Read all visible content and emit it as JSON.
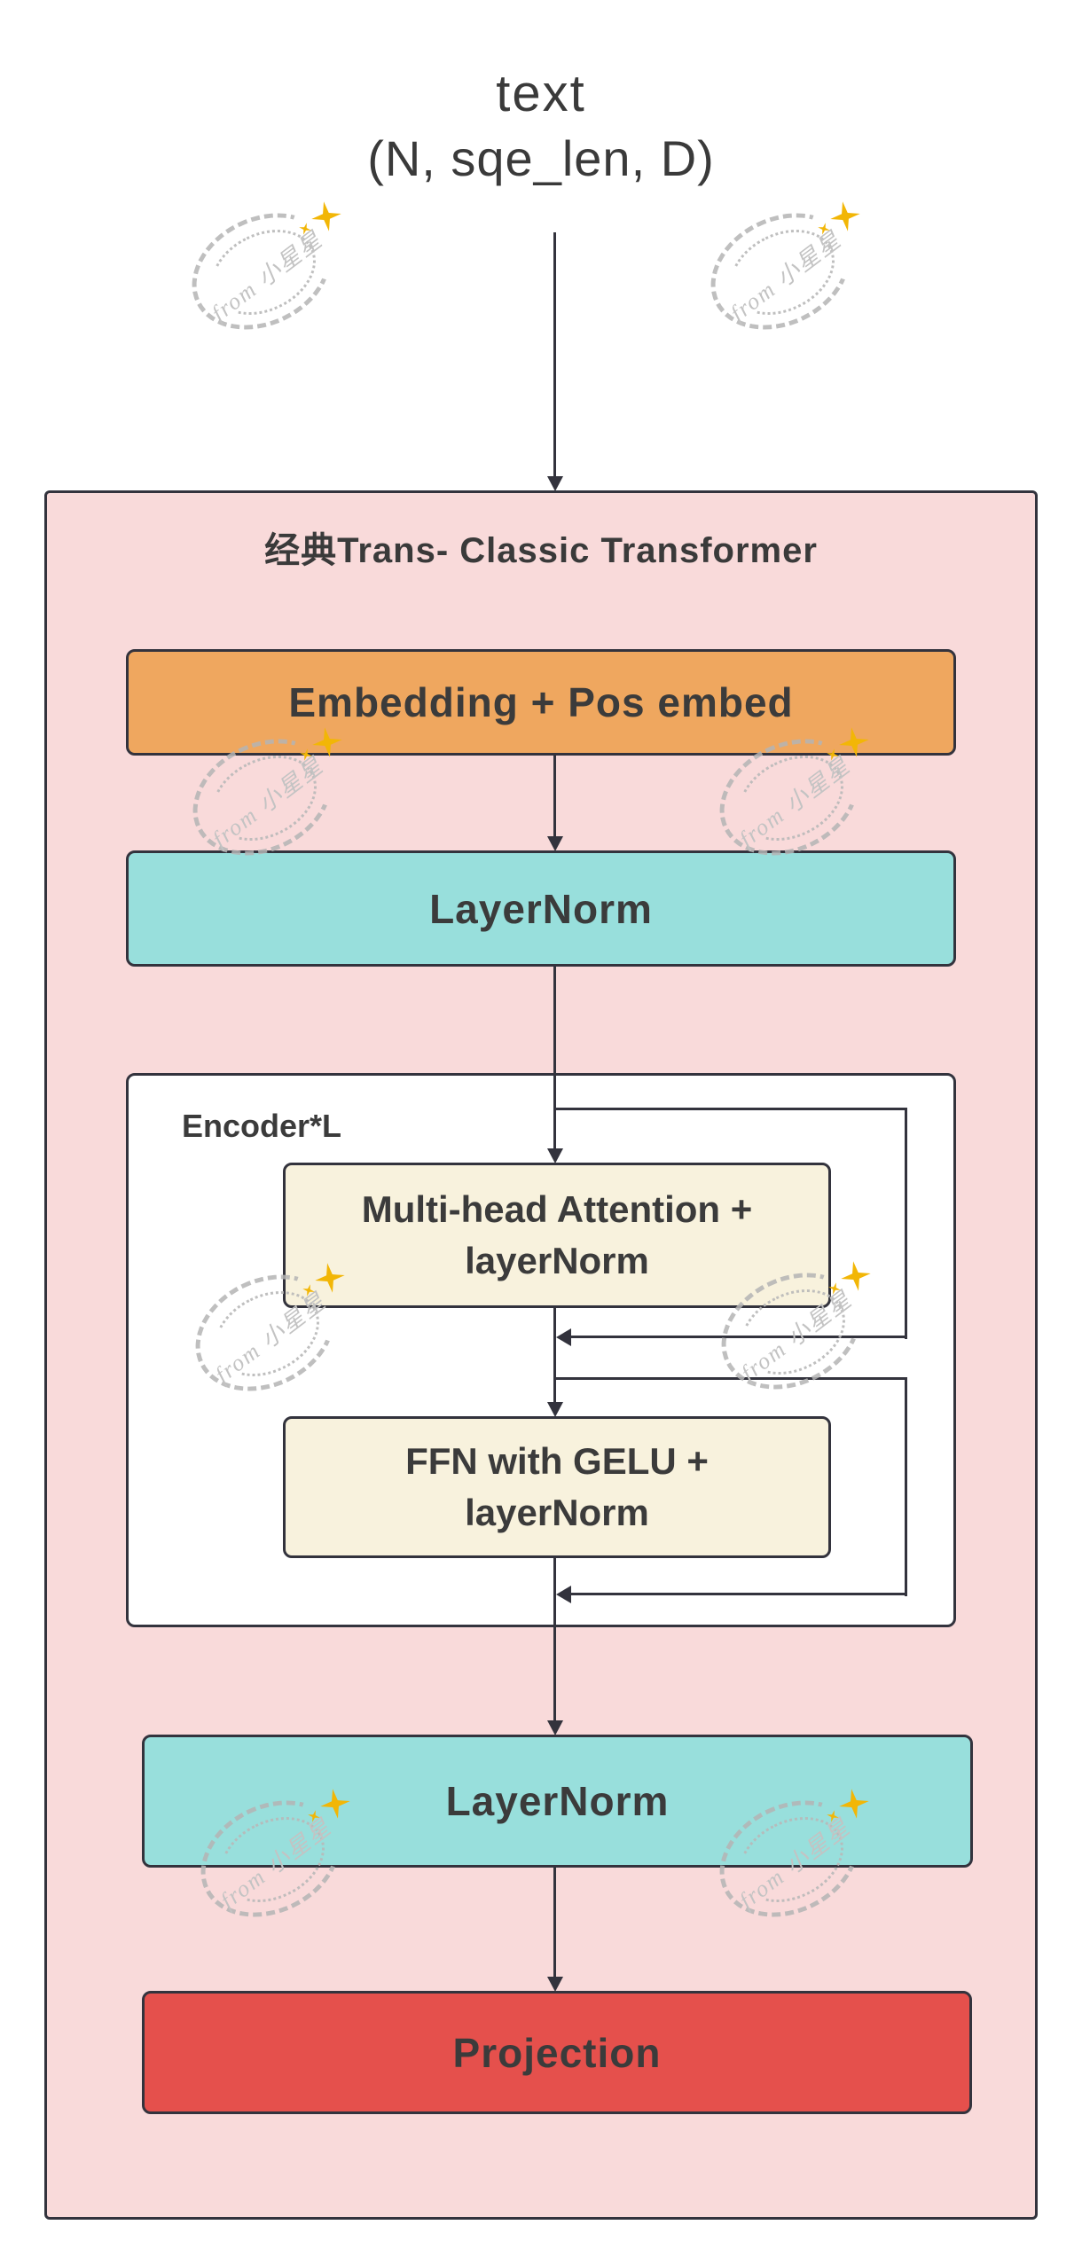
{
  "title": {
    "line1": "text",
    "line2": "(N, sqe_len, D)"
  },
  "container": {
    "title": "经典Trans- Classic Transformer"
  },
  "blocks": {
    "embedding": {
      "label": "Embedding + Pos embed"
    },
    "layernorm_top": {
      "label": "LayerNorm"
    },
    "encoder": {
      "label": "Encoder*L"
    },
    "attention": {
      "line1": "Multi-head Attention +",
      "line2": "layerNorm"
    },
    "ffn": {
      "line1": "FFN with GELU +",
      "line2": "layerNorm"
    },
    "layernorm_bottom": {
      "label": "LayerNorm"
    },
    "projection": {
      "label": "Projection"
    }
  },
  "watermark": {
    "text": "from 小星星"
  },
  "colors": {
    "ink": "#33333d",
    "text": "#3b3b3b",
    "pink": "#f9dada",
    "orange": "#efa75f",
    "teal": "#98dfdc",
    "cream": "#f8f2dd",
    "red": "#e5504c",
    "white": "#ffffff",
    "wmgray": "#c3c3c3",
    "gold": "#f2b606"
  }
}
